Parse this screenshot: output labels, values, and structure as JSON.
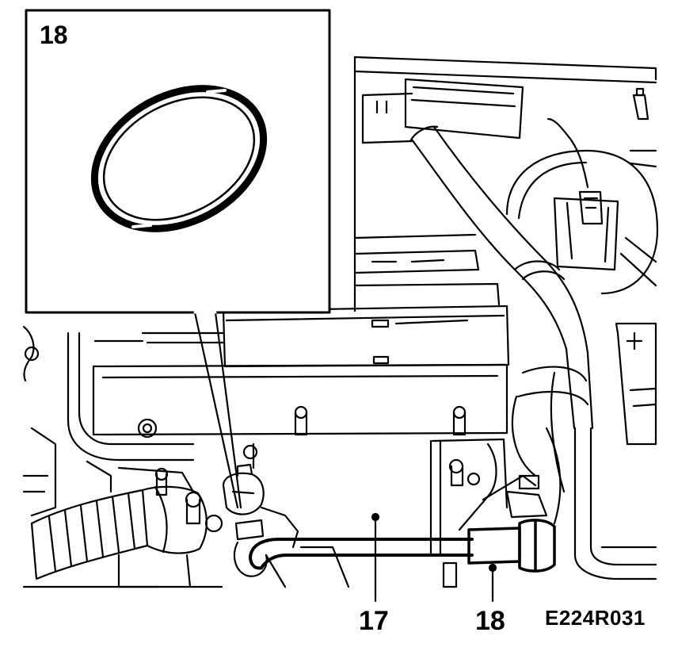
{
  "inset": {
    "part_number": "18"
  },
  "callouts": [
    {
      "number": "17"
    },
    {
      "number": "18"
    }
  ],
  "figure_code": "E224R031"
}
